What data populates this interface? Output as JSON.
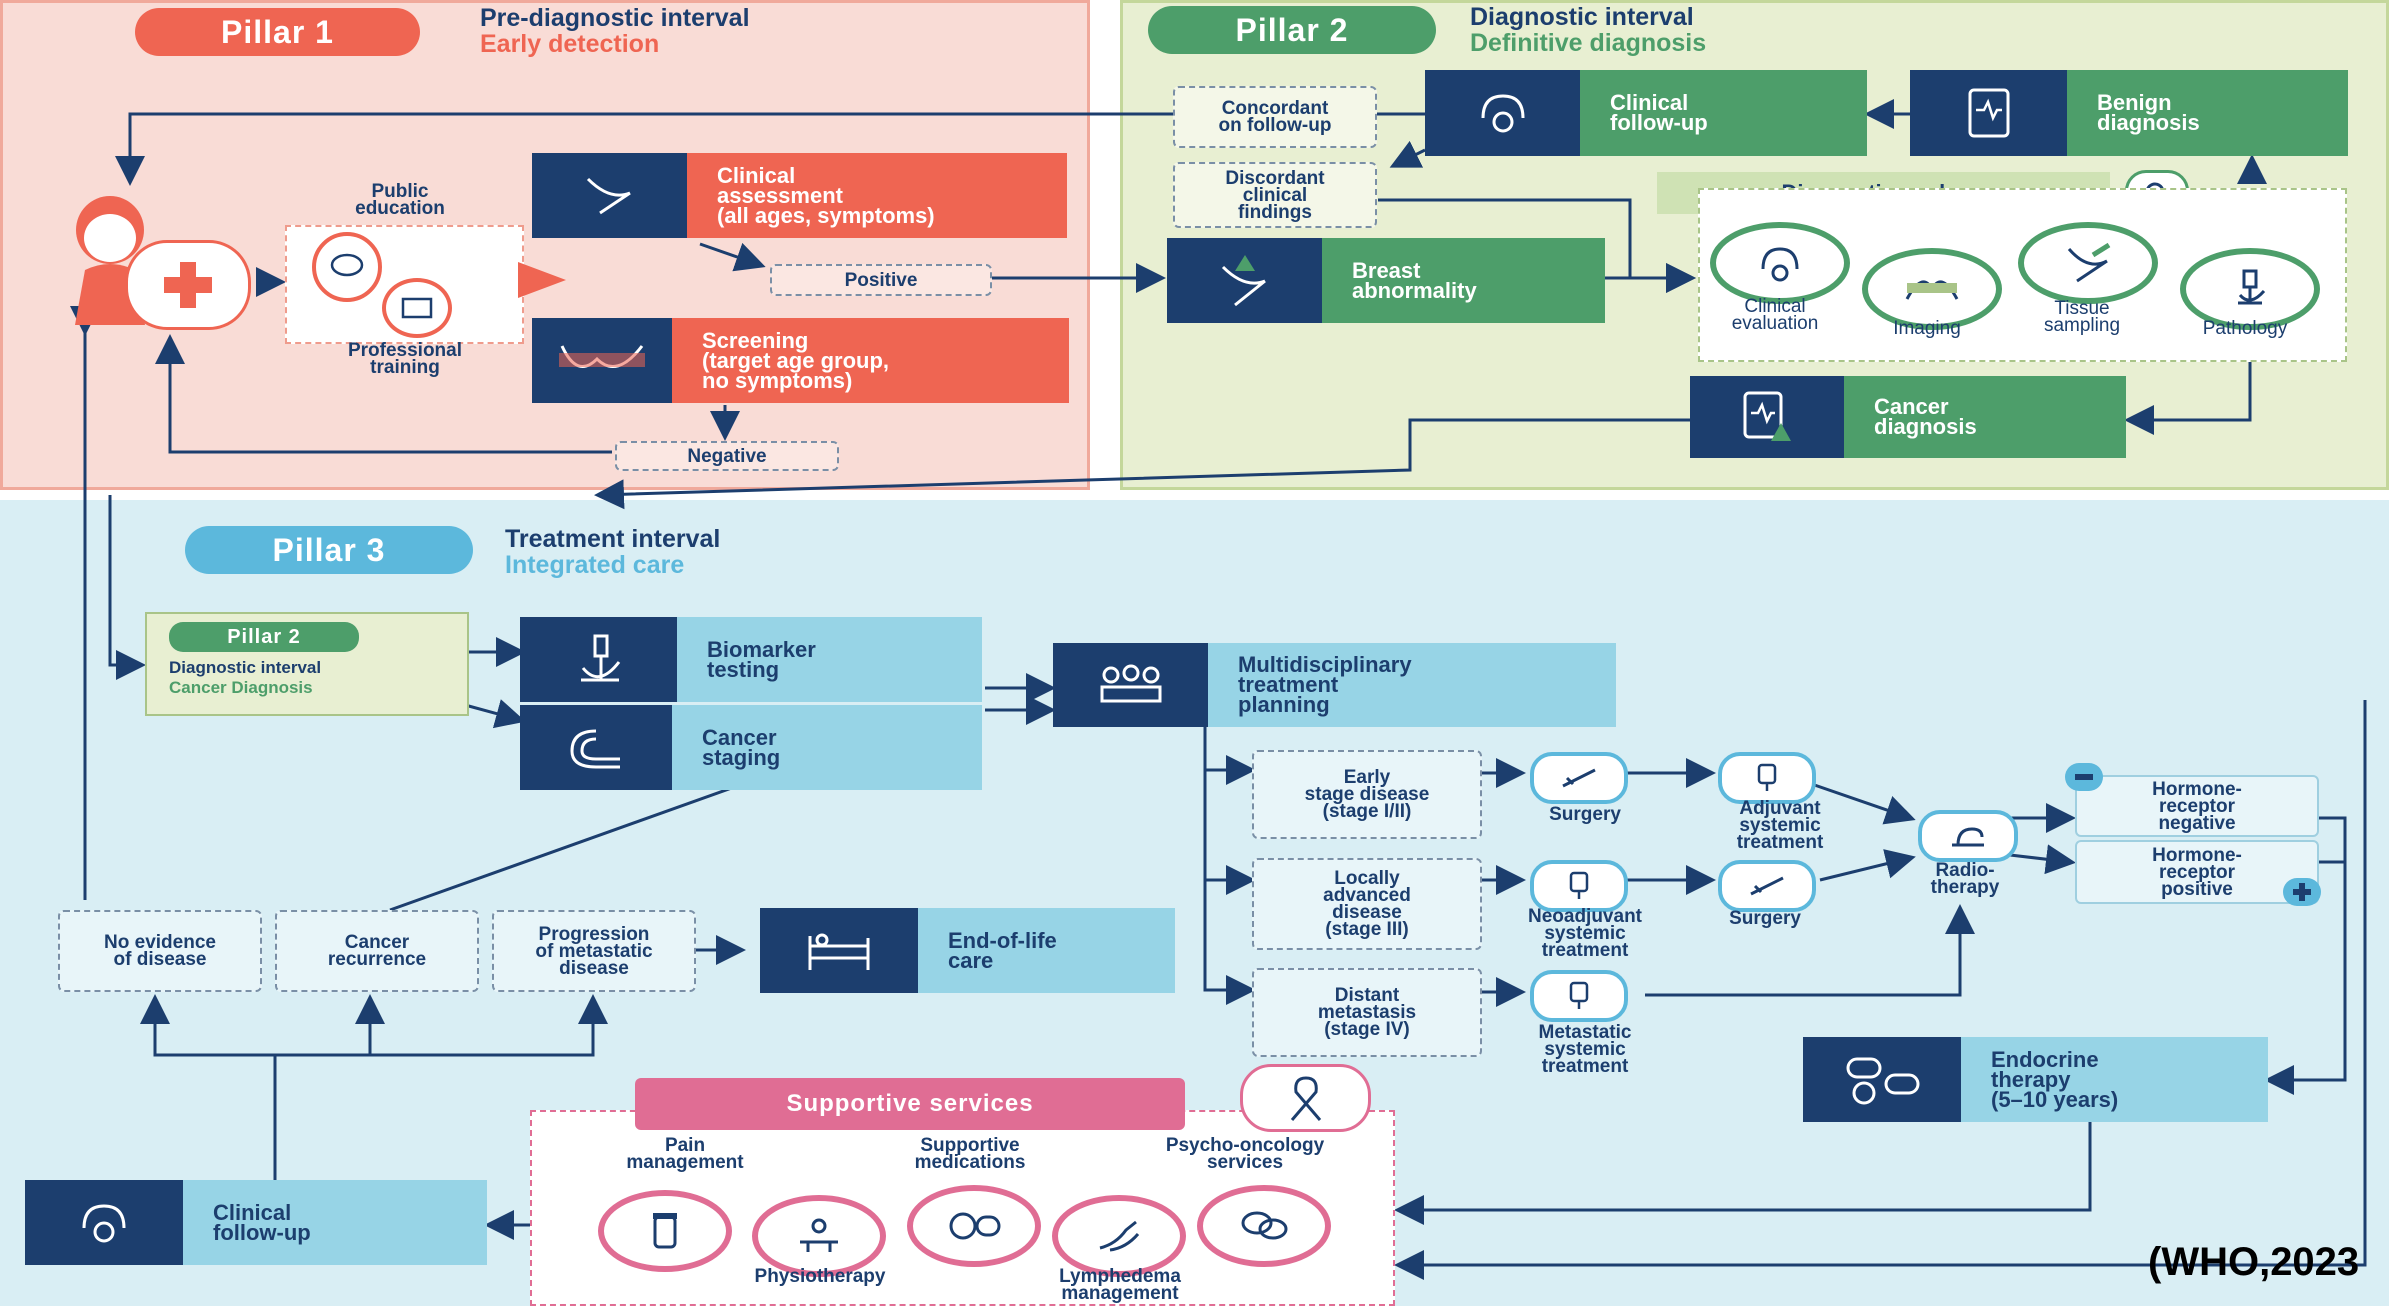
{
  "pillar1": {
    "label": "Pillar 1",
    "title": "Pre-diagnostic interval",
    "subtitle": "Early detection",
    "public_education": "Public\neducation",
    "professional_training": "Professional\ntraining",
    "clinical_assessment": "Clinical\nassessment\n(all ages, symptoms)",
    "screening": "Screening\n(target age group,\nno symptoms)",
    "positive": "Positive",
    "negative": "Negative"
  },
  "pillar2": {
    "label": "Pillar 2",
    "title": "Diagnostic interval",
    "subtitle": "Definitive diagnosis",
    "concordant": "Concordant\non follow-up",
    "discordant": "Discordant\nclinical\nfindings",
    "clinical_follow_up": "Clinical\nfollow-up",
    "benign_diagnosis": "Benign\ndiagnosis",
    "breast_abnormality": "Breast\nabnormality",
    "workup_title": "Diagnostic work-up",
    "workup_items": [
      "Clinical\nevaluation",
      "Imaging",
      "Tissue\nsampling",
      "Pathology"
    ],
    "cancer_diagnosis": "Cancer\ndiagnosis"
  },
  "pillar3": {
    "label": "Pillar 3",
    "title": "Treatment interval",
    "subtitle": "Integrated care",
    "ref_label": "Pillar 2",
    "ref_title": "Diagnostic interval",
    "ref_sub": "Cancer Diagnosis",
    "biomarker": "Biomarker\ntesting",
    "staging": "Cancer\nstaging",
    "mdt": "Multidisciplinary\ntreatment\nplanning",
    "early_stage": "Early\nstage disease\n(stage I/II)",
    "locally_advanced": "Locally\nadvanced\ndisease\n(stage III)",
    "distant_metastasis": "Distant\nmetastasis\n(stage IV)",
    "surgery_1": "Surgery",
    "adjuvant": "Adjuvant\nsystemic\ntreatment",
    "neoadjuvant": "Neoadjuvant\nsystemic\ntreatment",
    "surgery_2": "Surgery",
    "metastatic_treatment": "Metastatic\nsystemic\ntreatment",
    "radiotherapy": "Radio-\ntherapy",
    "hr_negative": "Hormone-\nreceptor\nnegative",
    "hr_positive": "Hormone-\nreceptor\npositive",
    "endocrine": "Endocrine\ntherapy\n(5–10 years)",
    "no_evidence": "No evidence\nof disease",
    "recurrence": "Cancer\nrecurrence",
    "progression": "Progression\nof metastatic\ndisease",
    "end_of_life": "End-of-life\ncare",
    "clinical_follow_up": "Clinical\nfollow-up",
    "supportive_title": "Supportive services",
    "pain": "Pain\nmanagement",
    "medications": "Supportive\nmedications",
    "psycho": "Psycho-oncology\nservices",
    "physio": "Physiotherapy",
    "lymph": "Lymphedema\nmanagement"
  },
  "citation": "(WHO,2023",
  "colors": {
    "pillar1_bg": "#f9dcd6",
    "pillar2_bg": "#e8efd2",
    "pillar3_bg": "#d9eef4",
    "navy": "#1c3e6e",
    "coral": "#ef6552",
    "green": "#4d9e6a",
    "light_blue": "#97d4e6",
    "pink": "#e06d94"
  },
  "icons": [
    "person-icon",
    "medical-cross-icon",
    "stethoscope-icon",
    "breast-icon",
    "report-icon",
    "microscope-icon",
    "scan-icon",
    "team-icon",
    "bed-icon",
    "pills-icon",
    "ribbon-icon",
    "search-icon"
  ]
}
